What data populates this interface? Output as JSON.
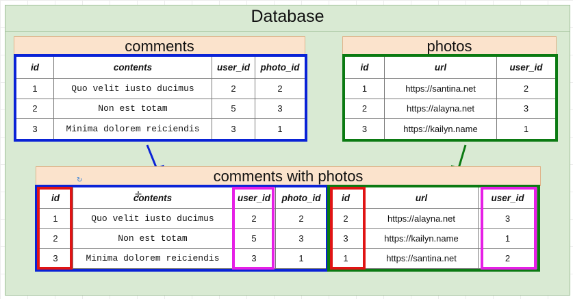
{
  "title": "Database",
  "comments": {
    "title": "comments",
    "headers": [
      "id",
      "contents",
      "user_id",
      "photo_id"
    ],
    "rows": [
      [
        "1",
        "Quo velit iusto ducimus",
        "2",
        "2"
      ],
      [
        "2",
        "Non est totam",
        "5",
        "3"
      ],
      [
        "3",
        "Minima dolorem reiciendis",
        "3",
        "1"
      ]
    ]
  },
  "photos": {
    "title": "photos",
    "headers": [
      "id",
      "url",
      "user_id"
    ],
    "rows": [
      [
        "1",
        "https://santina.net",
        "2"
      ],
      [
        "2",
        "https://alayna.net",
        "3"
      ],
      [
        "3",
        "https://kailyn.name",
        "1"
      ]
    ]
  },
  "joined": {
    "title": "comments with photos",
    "comment_headers": [
      "id",
      "contents",
      "user_id",
      "photo_id"
    ],
    "photo_headers": [
      "id",
      "url",
      "user_id"
    ],
    "rows": [
      [
        "1",
        "Quo velit iusto ducimus",
        "2",
        "2",
        "2",
        "https://alayna.net",
        "3"
      ],
      [
        "2",
        "Non est totam",
        "5",
        "3",
        "3",
        "https://kailyn.name",
        "1"
      ],
      [
        "3",
        "Minima dolorem reiciendis",
        "3",
        "1",
        "1",
        "https://santina.net",
        "2"
      ]
    ]
  },
  "colors": {
    "db_background": "#d9ead3",
    "header_background": "#fbe3cc",
    "comments_outline": "#0a23d6",
    "photos_outline": "#0b7a12",
    "id_highlight": "#e01414",
    "user_id_highlight": "#e61fe6"
  }
}
